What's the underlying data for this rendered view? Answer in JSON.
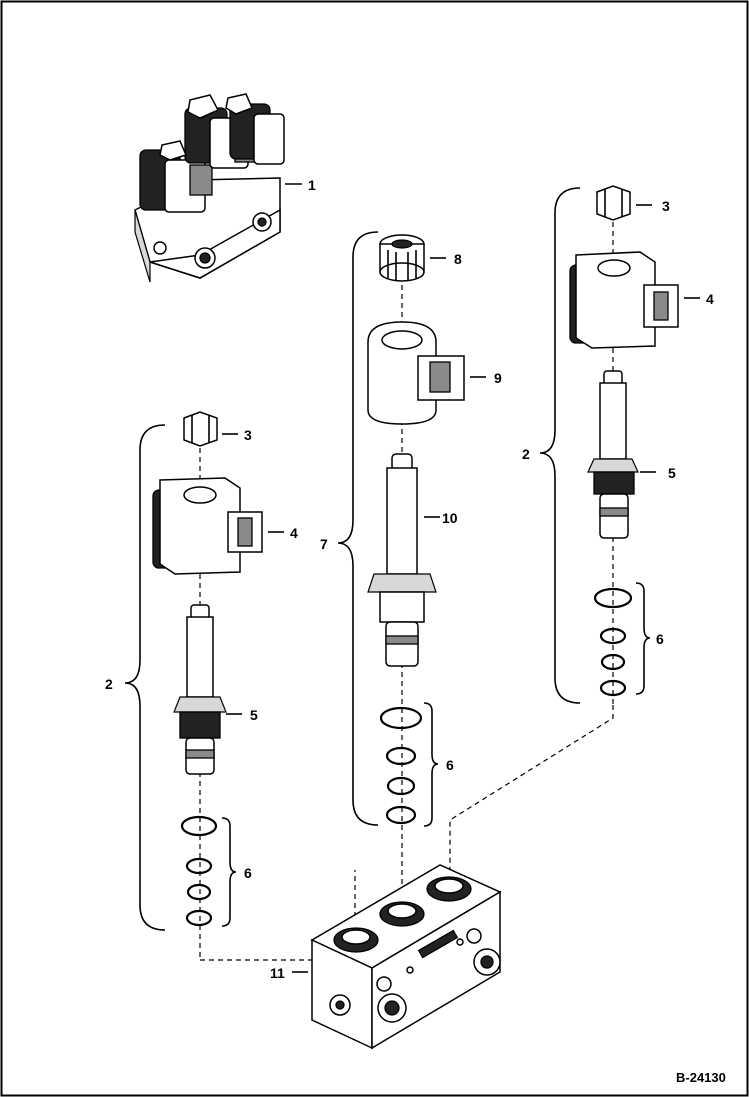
{
  "figure_id": "B-24130",
  "callouts": {
    "c1": "1",
    "c2_left": "2",
    "c2_right": "2",
    "c3_left": "3",
    "c3_right": "3",
    "c4_left": "4",
    "c4_right": "4",
    "c5_left": "5",
    "c5_right": "5",
    "c6_left": "6",
    "c6_center": "6",
    "c6_right": "6",
    "c7": "7",
    "c8": "8",
    "c9": "9",
    "c10": "10",
    "c11": "11"
  }
}
